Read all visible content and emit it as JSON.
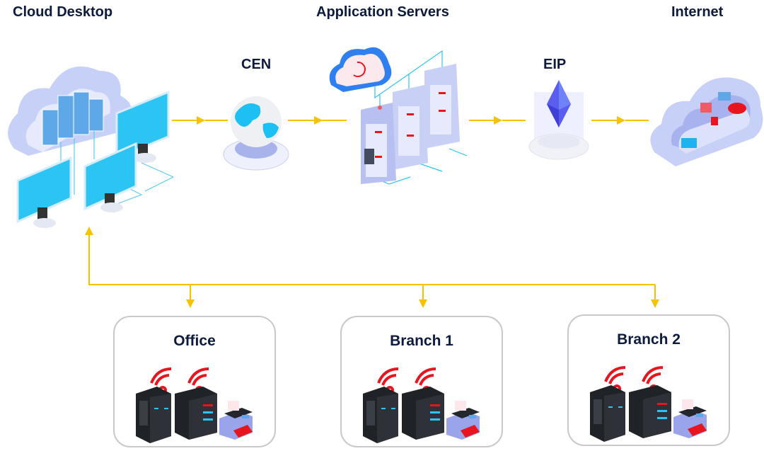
{
  "titles": {
    "cloud_desktop": "Cloud Desktop",
    "application_servers": "Application Servers",
    "internet": "Internet"
  },
  "nodes": {
    "cen": "CEN",
    "eip": "EIP"
  },
  "sites": [
    {
      "name": "Office"
    },
    {
      "name": "Branch 1"
    },
    {
      "name": "Branch 2"
    }
  ],
  "colors": {
    "arrow": "#f7c300",
    "title": "#0d1b3e",
    "accent_blue": "#2bc4f3",
    "accent_red": "#e8141e",
    "box_border": "#c9c9c9"
  },
  "icons": {
    "cloud_desktop": "cloud-desktop-icon",
    "cen": "globe-icon",
    "app_servers": "server-rack-icon",
    "eip": "crystal-icon",
    "internet": "internet-cloud-icon",
    "site_equipment": [
      "server-tower-icon",
      "server-icon",
      "printer-icon"
    ]
  }
}
